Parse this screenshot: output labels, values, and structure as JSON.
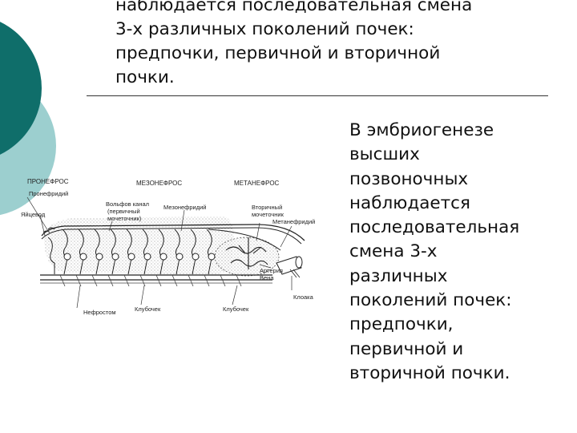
{
  "slide": {
    "title_text": "наблюдается последовательная смена\n3-х различных поколений почек:\nпредпочки, первичной и вторичной\nпочки.",
    "body_text": "  В эмбриогенезе\nвысших\nпозвоночных\nнаблюдается\nпоследовательная\nсмена 3-х\nразличных\nпоколений почек:\nпредпочки,\nпервичной и\nвторичной почки."
  },
  "diagram": {
    "labels": {
      "pronephros": "ПРОНЕФРОС",
      "pronephridium": "Пронефридий",
      "oviduct": "Яйцевод",
      "mesonephros": "МЕЗОНЕФРОС",
      "wolffian_canal_1": "Вольфов канал",
      "wolffian_canal_2": "(первичный",
      "wolffian_canal_3": "мочеточник)",
      "mesonephridium": "Мезонефридий",
      "metanephros": "МЕТАНЕФРОС",
      "secondary_ureter_1": "Вторичный",
      "secondary_ureter_2": "мочеточник",
      "metanephridium": "Метанефридий",
      "artery": "Артерия",
      "vein": "Вена",
      "cloaca": "Клоака",
      "nephrostome": "Нефростом",
      "glomerulus_1": "Клубочек",
      "glomerulus_2": "Клубочек"
    }
  },
  "colors": {
    "teal_dark": "#0f6e6a",
    "teal_light": "#9ccfcf",
    "text": "#111111"
  }
}
